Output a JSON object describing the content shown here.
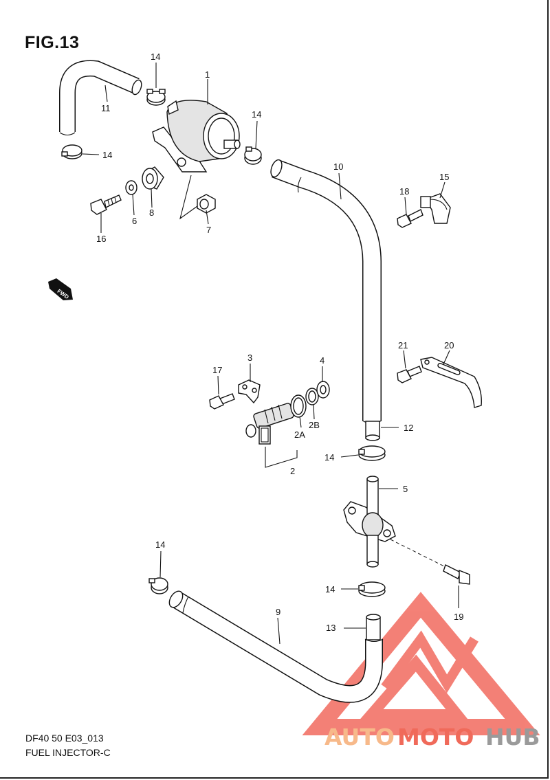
{
  "figure": {
    "title": "FIG.13",
    "code": "DF40 50 E03_013",
    "description": "FUEL INJECTOR-C",
    "fwd_label": "FWD"
  },
  "watermark": {
    "text_a": "AUTO",
    "text_b": "MOTO",
    "text_c": "HUB",
    "color_a": "#f7b98a",
    "color_b": "#f06a5a",
    "color_c": "#9a9a9a",
    "logo_color": "#f26b5f"
  },
  "callouts": [
    {
      "id": "c1",
      "text": "1"
    },
    {
      "id": "c2",
      "text": "2"
    },
    {
      "id": "c2a",
      "text": "2A"
    },
    {
      "id": "c2b",
      "text": "2B"
    },
    {
      "id": "c3",
      "text": "3"
    },
    {
      "id": "c4",
      "text": "4"
    },
    {
      "id": "c5",
      "text": "5"
    },
    {
      "id": "c6",
      "text": "6"
    },
    {
      "id": "c7",
      "text": "7"
    },
    {
      "id": "c8",
      "text": "8"
    },
    {
      "id": "c9",
      "text": "9"
    },
    {
      "id": "c10",
      "text": "10"
    },
    {
      "id": "c11",
      "text": "11"
    },
    {
      "id": "c12",
      "text": "12"
    },
    {
      "id": "c13",
      "text": "13"
    },
    {
      "id": "c14a",
      "text": "14"
    },
    {
      "id": "c14b",
      "text": "14"
    },
    {
      "id": "c14c",
      "text": "14"
    },
    {
      "id": "c14d",
      "text": "14"
    },
    {
      "id": "c14e",
      "text": "14"
    },
    {
      "id": "c14f",
      "text": "14"
    },
    {
      "id": "c15",
      "text": "15"
    },
    {
      "id": "c16",
      "text": "16"
    },
    {
      "id": "c17",
      "text": "17"
    },
    {
      "id": "c18",
      "text": "18"
    },
    {
      "id": "c19",
      "text": "19"
    },
    {
      "id": "c20",
      "text": "20"
    },
    {
      "id": "c21",
      "text": "21"
    }
  ]
}
